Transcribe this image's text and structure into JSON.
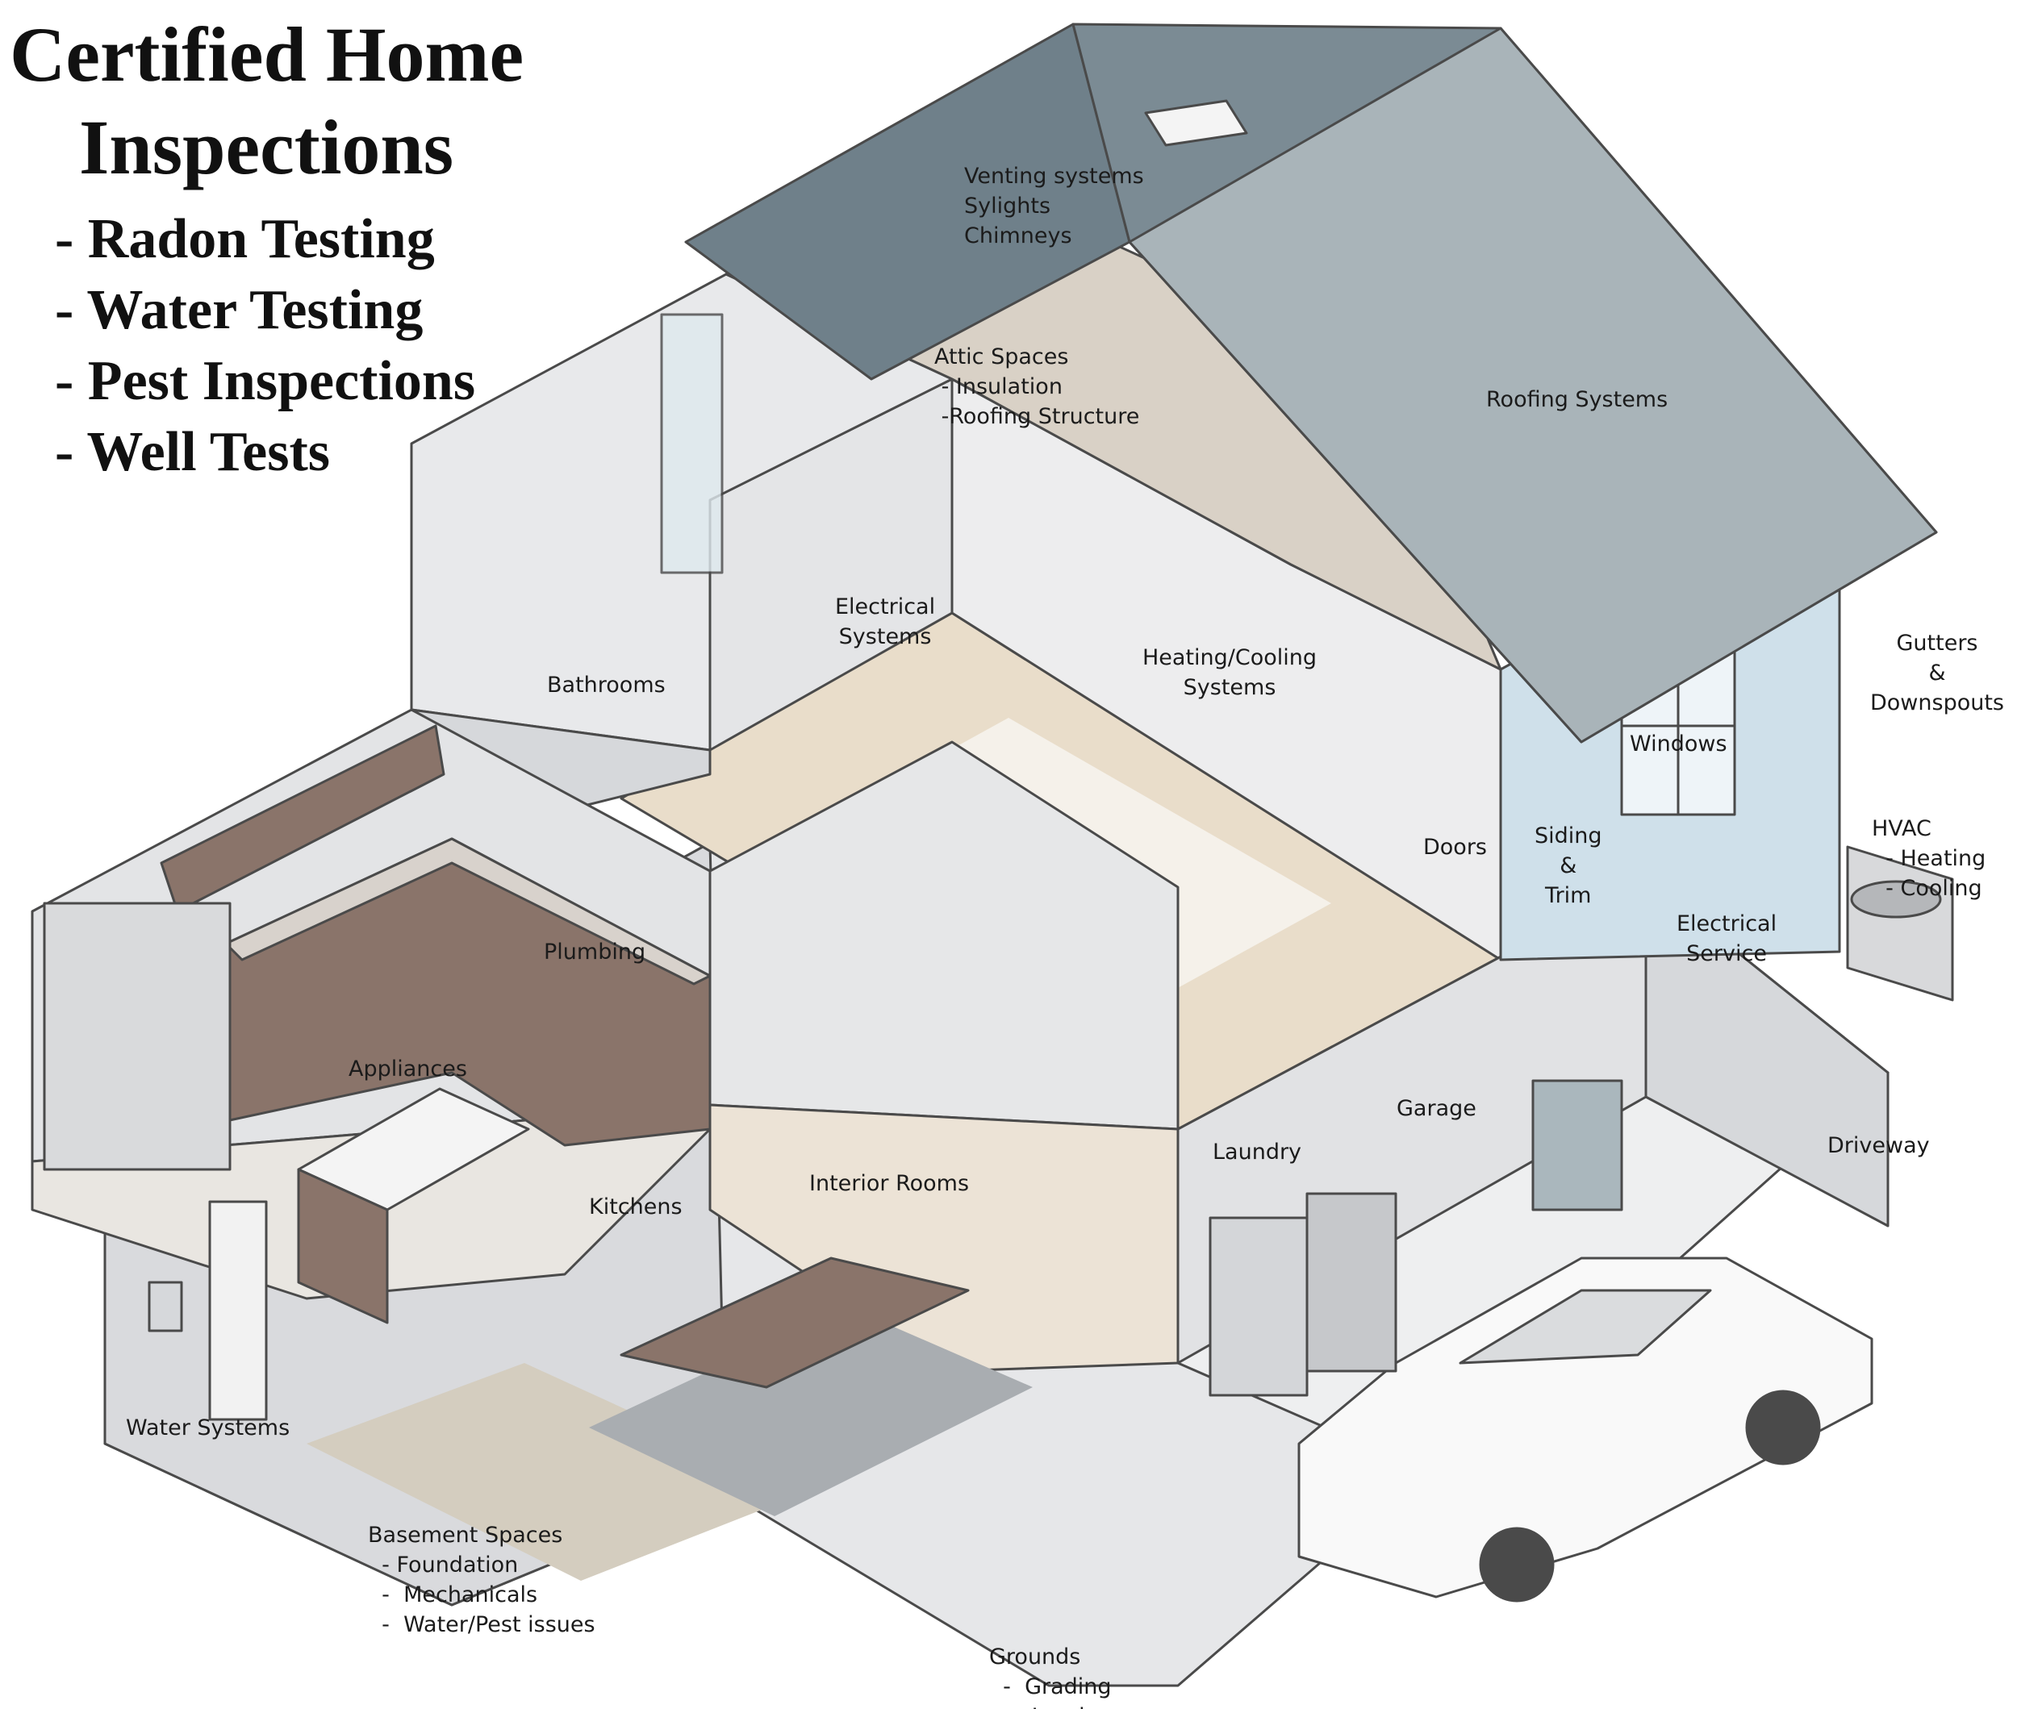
{
  "header": {
    "title_line1": "Certified Home",
    "title_line2": "Inspections",
    "services": [
      "- Radon Testing",
      "- Water Testing",
      "- Pest Inspections",
      "- Well Tests"
    ]
  },
  "labels": {
    "venting": [
      "Venting systems",
      "Sylights",
      "Chimneys"
    ],
    "attic": [
      "Attic Spaces",
      " - Insulation",
      " -Roofing Structure"
    ],
    "roofing": "Roofing Systems",
    "electrical_systems": [
      "Electrical",
      "Systems"
    ],
    "heating_cooling": [
      "Heating/Cooling",
      "Systems"
    ],
    "gutters": [
      "Gutters",
      "&",
      "Downspouts"
    ],
    "bathrooms": "Bathrooms",
    "windows": "Windows",
    "siding": [
      "Siding",
      "&",
      "Trim"
    ],
    "hvac": [
      "HVAC",
      "  - Heating",
      "  - Cooling"
    ],
    "doors": "Doors",
    "electrical_service": [
      "Electrical",
      "Service"
    ],
    "plumbing": "Plumbing",
    "appliances": "Appliances",
    "garage": "Garage",
    "laundry": "Laundry",
    "driveway": "Driveway",
    "interior_rooms": "Interior Rooms",
    "kitchens": "Kitchens",
    "water_systems": "Water Systems",
    "basement": [
      "Basement Spaces",
      "  - Foundation",
      "  -  Mechanicals",
      "  -  Water/Pest issues"
    ],
    "grounds": [
      "Grounds",
      "  -  Grading",
      "   -  Landscape"
    ]
  },
  "colors": {
    "roof": "#6f808a",
    "roof_light": "#a9b4b9",
    "wall": "#e3e4e6",
    "wall_dark": "#cfd0d3",
    "floor_wood": "#e9ddca",
    "floor_grey": "#dedfe1",
    "cabinet": "#8a746a",
    "siding_blue": "#cfe0ea",
    "outline": "#4a4a4a"
  }
}
